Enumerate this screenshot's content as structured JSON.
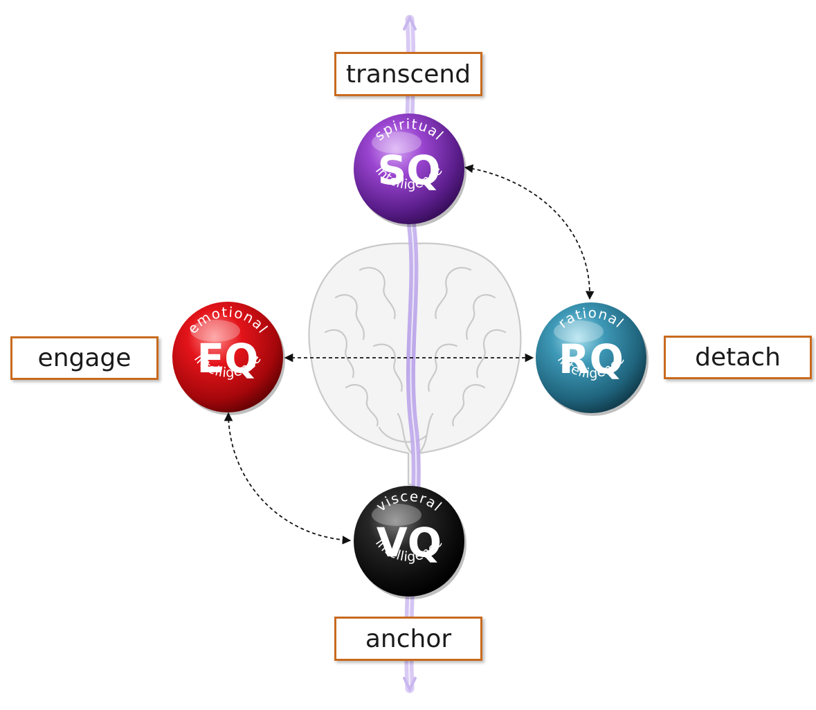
{
  "labels": {
    "transcend": "transcend",
    "engage": "engage",
    "detach": "detach",
    "anchor": "anchor"
  },
  "spheres": [
    {
      "id": "sq",
      "top": "spiritual",
      "code": "SQ",
      "bottom": "intelligence",
      "color": "#7a2fb0"
    },
    {
      "id": "eq",
      "top": "emotional",
      "code": "EQ",
      "bottom": "intelligence",
      "color": "#d10f12"
    },
    {
      "id": "rq",
      "top": "rational",
      "code": "RQ",
      "bottom": "intelligence",
      "color": "#2f8aa6"
    },
    {
      "id": "vq",
      "top": "visceral",
      "code": "VQ",
      "bottom": "intelligence",
      "color": "#111111"
    }
  ],
  "colors": {
    "label_border": "#c86a1e",
    "axis_line": "#b9a2e6",
    "connector": "#111111"
  },
  "icons": [
    "brain-illustration",
    "vertical-axis-arrow"
  ]
}
